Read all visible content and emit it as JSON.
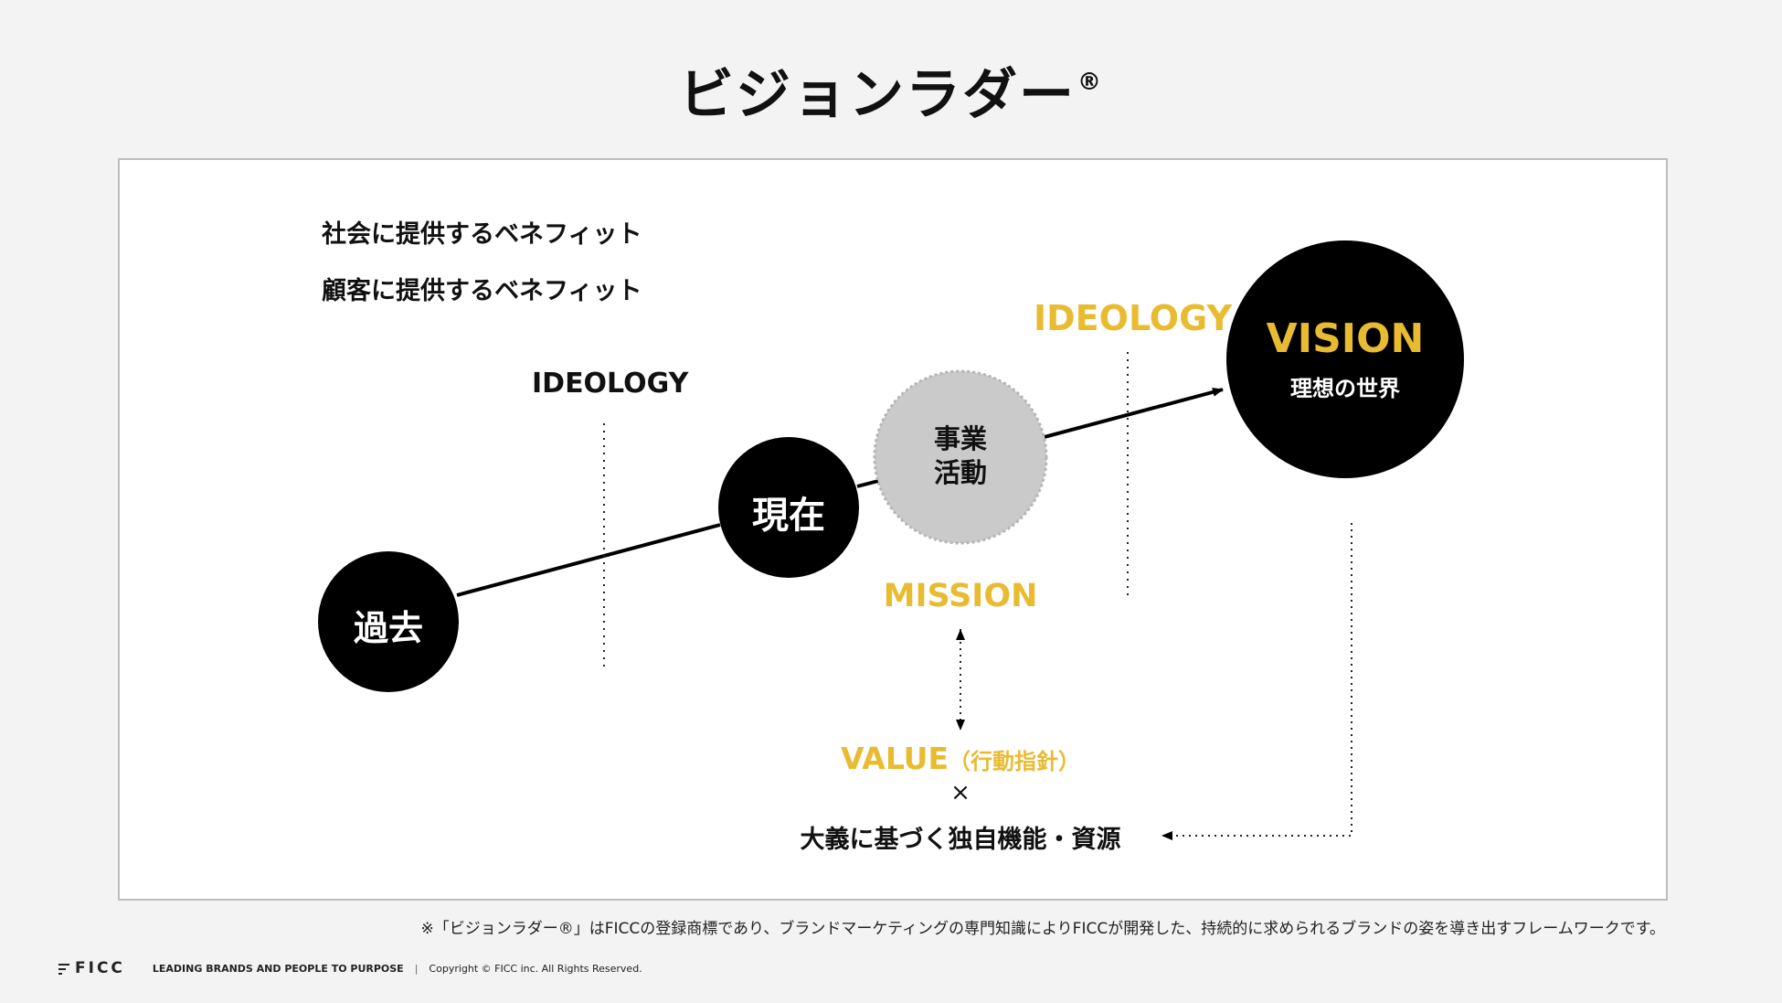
{
  "title": {
    "text": "ビジョンラダー",
    "mark": "®"
  },
  "benefits": {
    "society": "社会に提供するベネフィット",
    "customer": "顧客に提供するベネフィット"
  },
  "nodes": {
    "past": "過去",
    "present": "現在",
    "business": [
      "事業",
      "活動"
    ],
    "vision_title": "VISION",
    "vision_sub": "理想の世界"
  },
  "labels": {
    "ideology_left": "IDEOLOGY",
    "ideology_right": "IDEOLOGY",
    "mission": "MISSION",
    "value": "VALUE",
    "value_note": "（行動指針）",
    "times": "×",
    "resources": "大義に基づく独自機能・資源"
  },
  "colors": {
    "accent": "#e9bb30",
    "dark": "#000000",
    "gray_circle": "#cacaca"
  },
  "footnote": "※「ビジョンラダー®」はFICCの登録商標であり、ブランドマーケティングの専門知識によりFICCが開発した、持続的に求められるブランドの姿を導き出すフレームワークです。",
  "footer": {
    "logo": "FICC",
    "tagline": "LEADING BRANDS AND PEOPLE TO PURPOSE",
    "separator": "|",
    "copyright": "Copyright © FICC inc. All Rights Reserved."
  }
}
